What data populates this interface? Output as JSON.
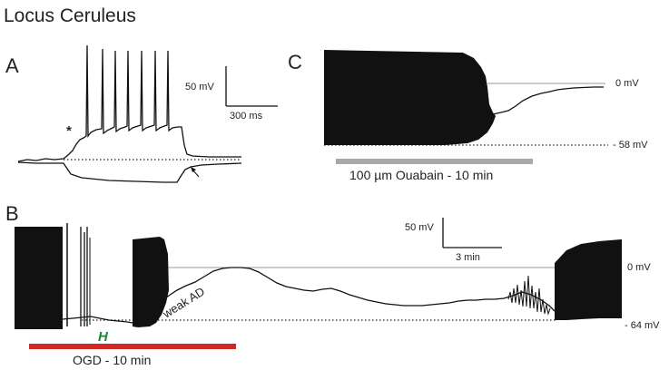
{
  "figure_title": "Locus Ceruleus",
  "panels": {
    "a": {
      "label": "A",
      "annotation_star": "*",
      "scalebar_voltage": "50 mV",
      "scalebar_time": "300 ms"
    },
    "b": {
      "label": "B",
      "scalebar_voltage": "50 mV",
      "scalebar_time": "3 min",
      "level_0": "0 mV",
      "level_rest": "- 64 mV",
      "annotation_ad": "weak AD",
      "annotation_h": "H",
      "treatment_label": "OGD - 10 min"
    },
    "c": {
      "label": "C",
      "level_0": "0 mV",
      "level_rest": "- 58 mV",
      "treatment_label": "100 µm Ouabain - 10 min"
    }
  },
  "colors": {
    "trace": "#111111",
    "ogd_bar": "#cc2a22",
    "ouabain_bar": "#a8a8a8",
    "h_label": "#1a8a3a",
    "reference_line": "#9a9a9a"
  }
}
